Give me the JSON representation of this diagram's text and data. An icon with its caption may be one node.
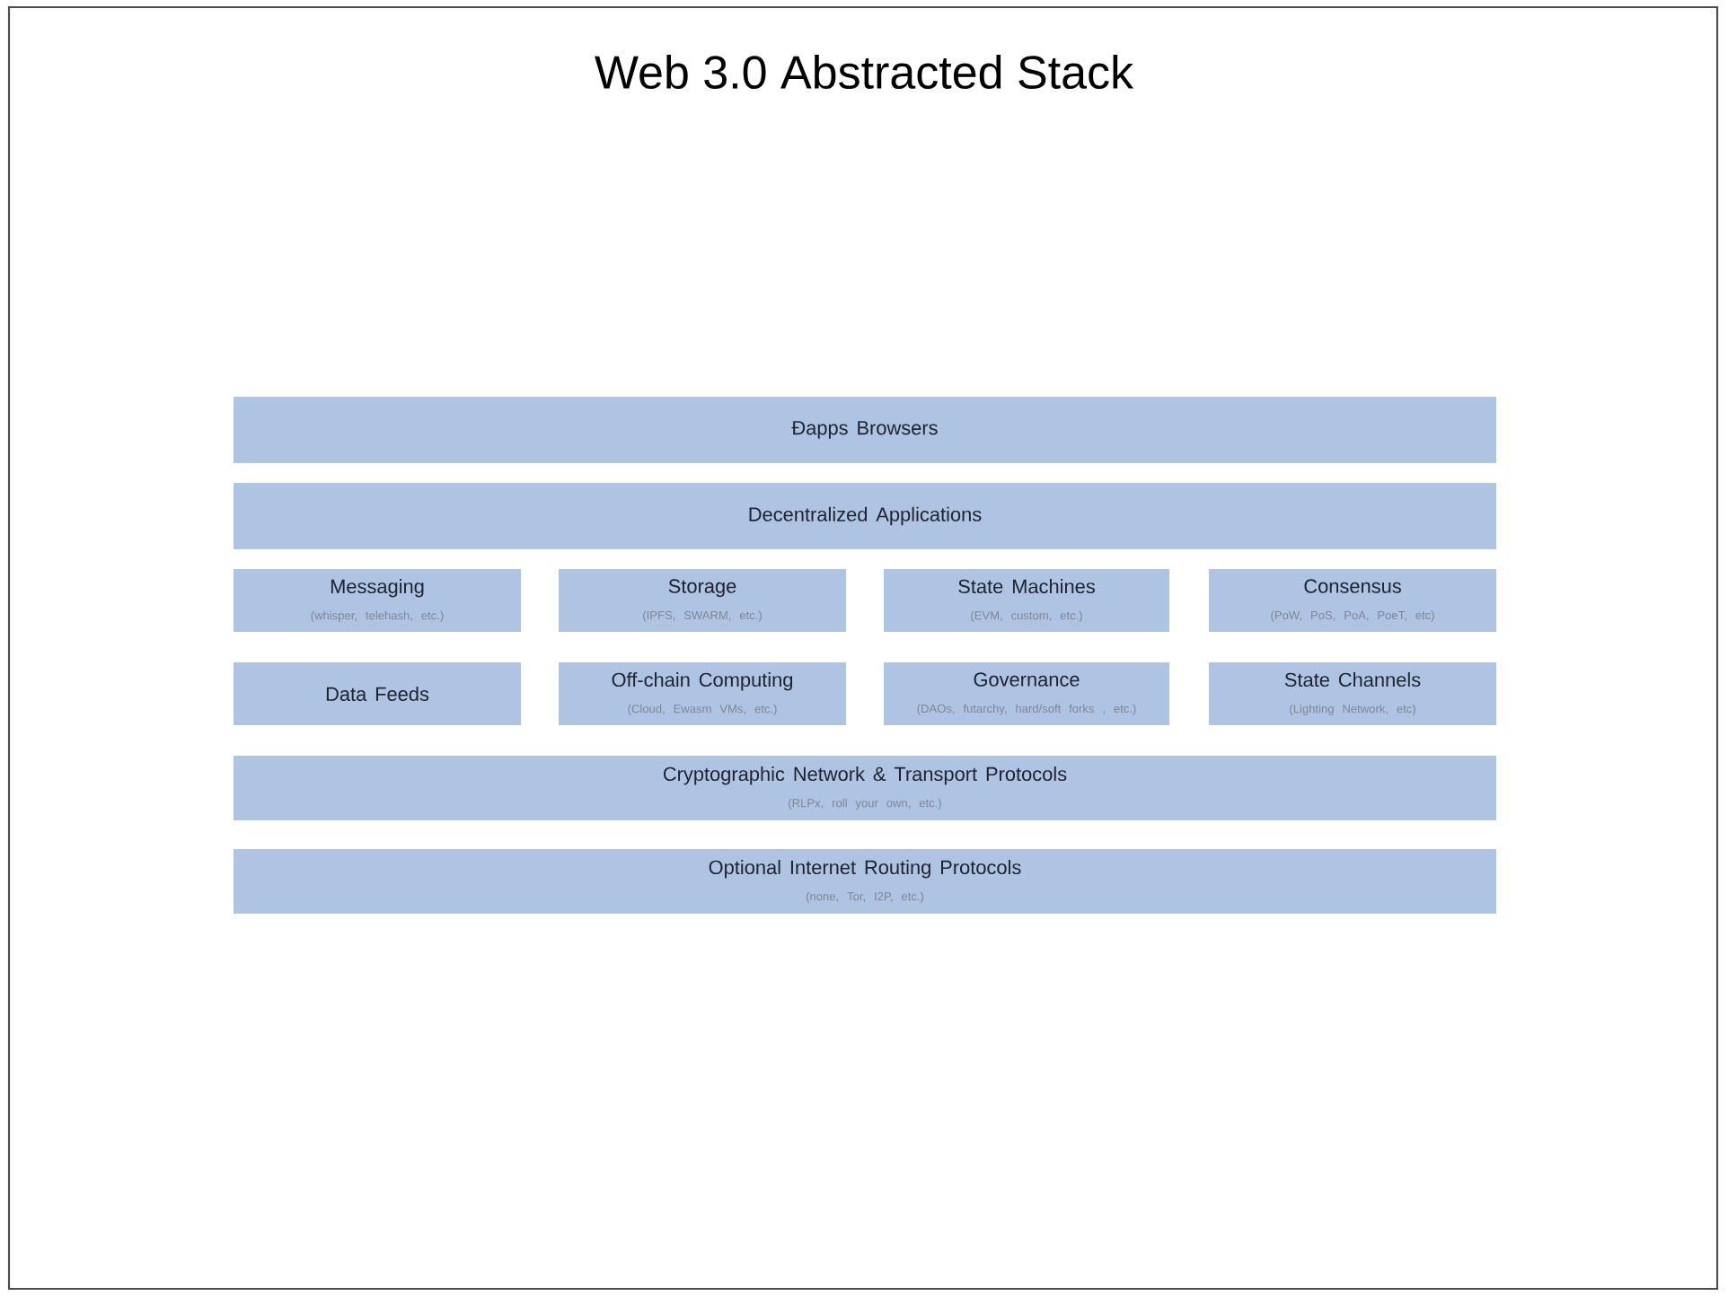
{
  "diagram": {
    "title": "Web 3.0 Abstracted Stack",
    "nodes": [
      {
        "text": [
          "Ðapps Browsers"
        ]
      },
      {
        "text": [
          "Decentralized Applications"
        ]
      },
      {
        "text": [
          "Messaging",
          "(whisper, telehash, etc.)"
        ]
      },
      {
        "text": [
          "Storage",
          "(IPFS, SWARM, etc.)"
        ]
      },
      {
        "text": [
          "State Machines",
          "(EVM, custom, etc.)"
        ]
      },
      {
        "text": [
          "Consensus",
          "(PoW, PoS, PoA, PoeT, etc)"
        ]
      },
      {
        "text": [
          "Data Feeds"
        ]
      },
      {
        "text": [
          "Off-chain Computing",
          "(Cloud, Ewasm VMs, etc.)"
        ]
      },
      {
        "text": [
          "Governance",
          "(DAOs, futarchy, hard/soft forks , etc.)"
        ]
      },
      {
        "text": [
          "State Channels",
          "(Lighting Network, etc)"
        ]
      },
      {
        "text": [
          "Cryptographic Network & Transport Protocols",
          "(RLPx, roll your own, etc.)"
        ]
      },
      {
        "text": [
          "Optional Internet Routing Protocols",
          "(none, Tor, I2P, etc.)"
        ]
      }
    ],
    "edges": []
  }
}
